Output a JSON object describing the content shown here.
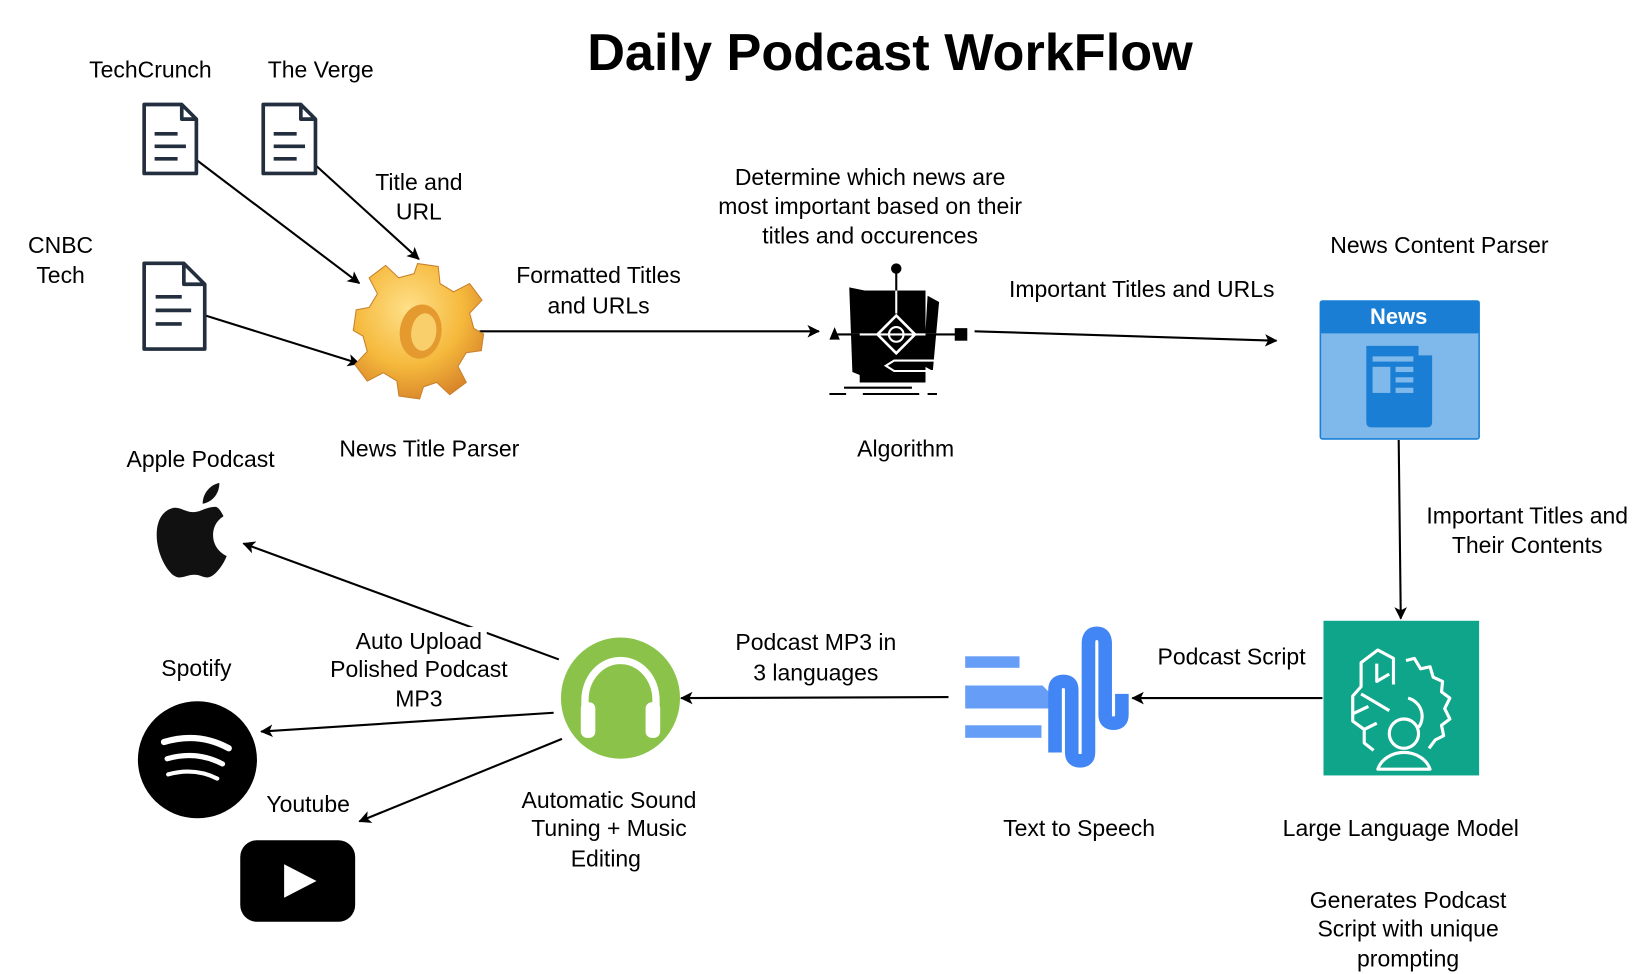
{
  "title": "Daily Podcast WorkFlow",
  "nodes": {
    "techcrunch": {
      "label": "TechCrunch",
      "icon": "document-icon"
    },
    "the_verge": {
      "label": "The Verge",
      "icon": "document-icon"
    },
    "cnbc": {
      "label_lines": [
        "CNBC",
        "Tech"
      ],
      "icon": "document-icon"
    },
    "title_parser": {
      "label": "News Title Parser",
      "icon": "gear-icon"
    },
    "algorithm": {
      "label": "Algorithm",
      "icon": "algorithm-icon",
      "note_lines": [
        "Determine which news are",
        "most important based on their",
        "titles and occurences"
      ]
    },
    "content_parser": {
      "label": "News Content Parser",
      "icon": "newspaper-icon",
      "badge": "News"
    },
    "llm": {
      "label": "Large Language Model",
      "icon": "brain-gear-icon",
      "note_lines": [
        "Generates Podcast",
        "Script with unique",
        "prompting"
      ]
    },
    "tts": {
      "label": "Text to Speech",
      "icon": "sound-wave-icon"
    },
    "sound": {
      "label_lines": [
        "Automatic Sound",
        "Tuning + Music",
        "Editing"
      ],
      "icon": "headphones-icon"
    },
    "apple": {
      "label": "Apple Podcast",
      "icon": "apple-icon"
    },
    "spotify": {
      "label": "Spotify",
      "icon": "spotify-icon"
    },
    "youtube": {
      "label": "Youtube",
      "icon": "youtube-icon"
    }
  },
  "edges": {
    "sources_to_parser": [
      "Title  and",
      "URL"
    ],
    "parser_to_algorithm": [
      "Formatted Titles",
      "and URLs"
    ],
    "algorithm_to_content": [
      "Important Titles and URLs"
    ],
    "content_to_llm": [
      "Important Titles and",
      "Their Contents"
    ],
    "llm_to_tts": [
      "Podcast Script"
    ],
    "tts_to_sound": [
      "Podcast MP3 in",
      "3 languages"
    ],
    "sound_to_platforms": [
      "Auto Upload",
      "Polished Podcast",
      "MP3"
    ]
  },
  "colors": {
    "news_header": "#1a7fd4",
    "news_body": "#7fb8ea",
    "llm_bg": "#0fa58a",
    "headphones_bg": "#8bc34a",
    "tts_blue": "#4285f4",
    "tts_light": "#669df6",
    "gear_gold": "#f2b53a"
  }
}
